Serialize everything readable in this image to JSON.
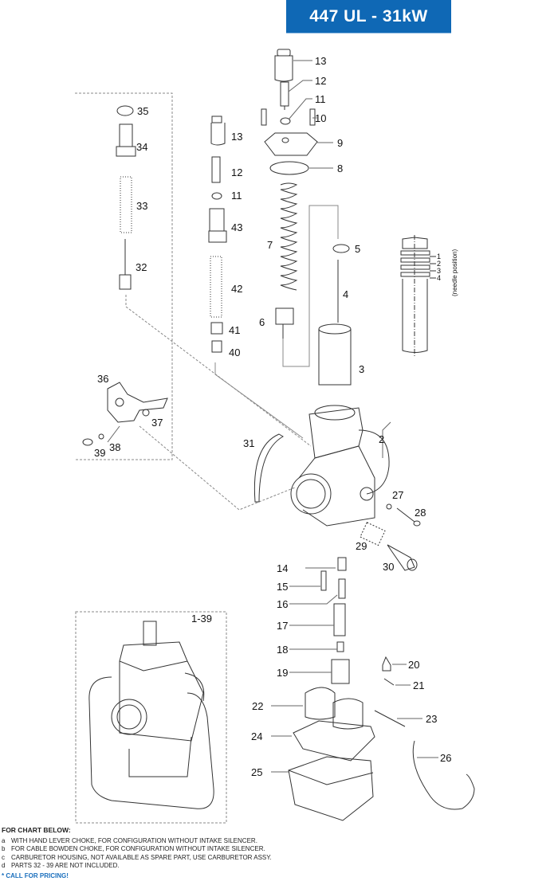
{
  "header": {
    "title": "447 UL - 31kW",
    "banner_color": "#0f68b5"
  },
  "diagram": {
    "callouts": {
      "p13a": "13",
      "p12a": "12",
      "p11a": "11",
      "p10": "10",
      "p9": "9",
      "p8": "8",
      "p35": "35",
      "p34": "34",
      "p33": "33",
      "p32": "32",
      "p13b": "13",
      "p12b": "12",
      "p11b": "11",
      "p43": "43",
      "p42": "42",
      "p41": "41",
      "p40": "40",
      "p7": "7",
      "p6": "6",
      "p5": "5",
      "p4": "4",
      "p3": "3",
      "p2": "2",
      "p36": "36",
      "p37": "37",
      "p38": "38",
      "p39": "39",
      "p31": "31",
      "p27": "27",
      "p28": "28",
      "p29": "29",
      "p30": "30",
      "p14": "14",
      "p15": "15",
      "p16": "16",
      "p17": "17",
      "p18": "18",
      "p19": "19",
      "p20": "20",
      "p21": "21",
      "p22": "22",
      "p23": "23",
      "p24": "24",
      "p25": "25",
      "p26": "26",
      "assembly": "1-39"
    },
    "needle_positions": [
      "1",
      "2",
      "3",
      "4"
    ],
    "needle_caption": "(needle position)"
  },
  "notes": {
    "heading": "FOR CHART BELOW:",
    "items": [
      {
        "key": "a",
        "text": "WITH HAND LEVER CHOKE, FOR CONFIGURATION WITHOUT INTAKE SILENCER."
      },
      {
        "key": "b",
        "text": "FOR CABLE BOWDEN CHOKE, FOR CONFIGURATION WITHOUT INTAKE SILENCER."
      },
      {
        "key": "c",
        "text": "CARBURETOR HOUSING, NOT AVAILABLE AS SPARE PART, USE CARBURETOR ASSY."
      },
      {
        "key": "d",
        "text": "PARTS 32 - 39 ARE NOT INCLUDED."
      }
    ],
    "call_for_pricing": "* CALL FOR PRICING!",
    "call_color": "#1a6fbd"
  }
}
